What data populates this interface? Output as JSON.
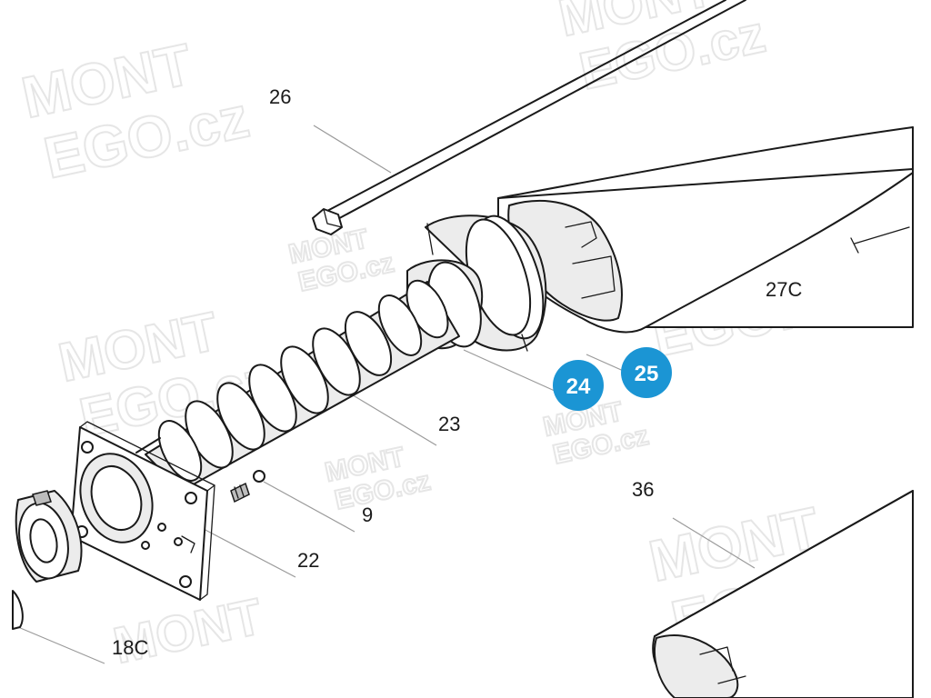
{
  "diagram": {
    "part_labels": {
      "p26": "26",
      "p27c": "27C",
      "p23": "23",
      "p9": "9",
      "p36": "36",
      "p22": "22",
      "p18c": "18C"
    },
    "highlighted_parts": {
      "p24": "24",
      "p25": "25"
    },
    "badge_color": "#1b95d4",
    "watermark": {
      "line1": "MONT",
      "line2": "EGO.cz"
    }
  }
}
